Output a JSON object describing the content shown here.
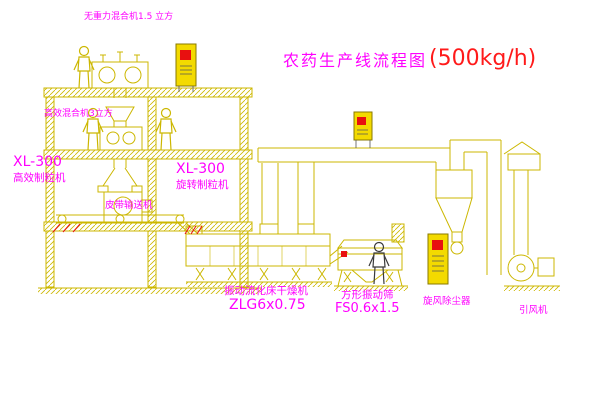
{
  "title": {
    "main": "农药生产线流程图",
    "capacity": "(500kg/h)"
  },
  "labels": {
    "top_mixer": "无重力混合机1.5 立方",
    "mid_mixer": "高效混合机3立方",
    "granulator_left_model": "XL-300",
    "granulator_left_name": "高效制粒机",
    "granulator_center_model": "XL-300",
    "granulator_center_name": "旋转制粒机",
    "belt_conveyor": "皮带输送机",
    "dryer_name": "振动流化床干燥机",
    "dryer_model": "ZLG6x0.75",
    "sieve_name": "方形振动筛",
    "sieve_model": "FS0.6x1.5",
    "cyclone": "旋风除尘器",
    "fan": "引风机"
  },
  "colors": {
    "line_yellow": "#ccb700",
    "cabinet_yellow": "#f3da00",
    "label_magenta": "#ff00ff",
    "capacity_red": "#ff1a1a",
    "accent_red": "#e81010"
  }
}
